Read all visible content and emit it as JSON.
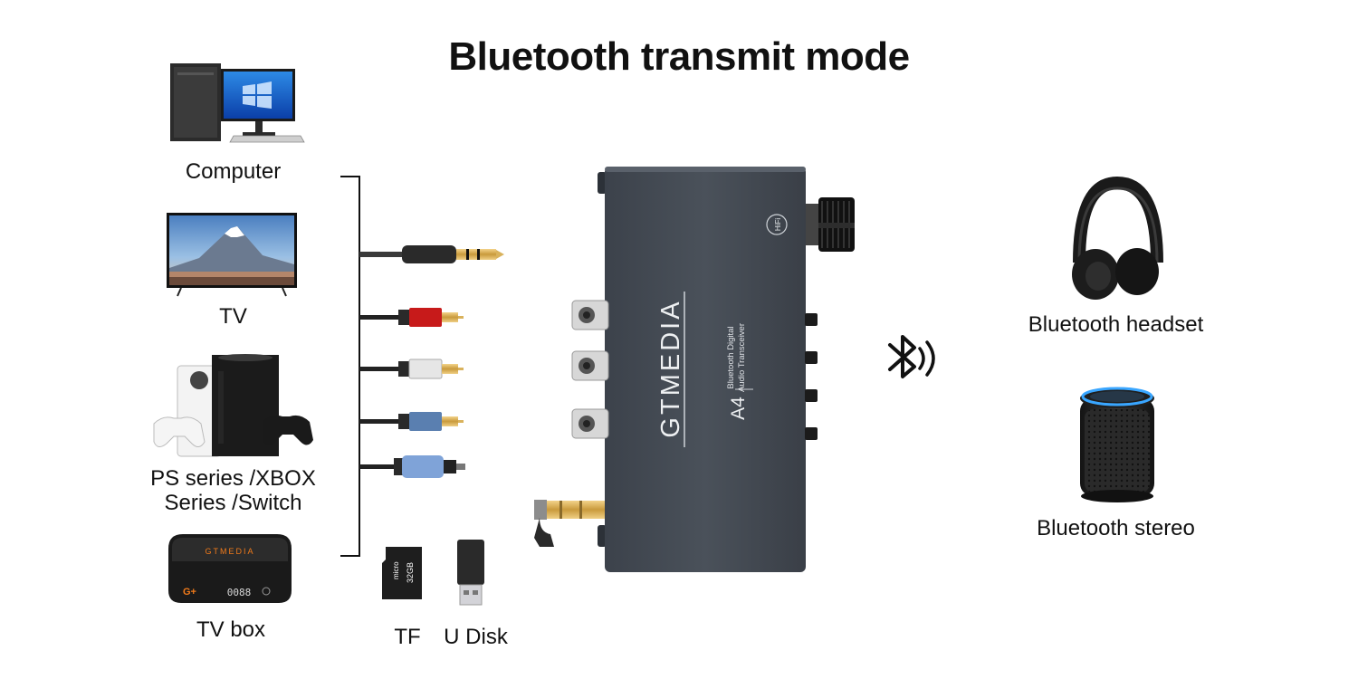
{
  "title": "Bluetooth transmit mode",
  "sources": {
    "computer": "Computer",
    "tv": "TV",
    "console_line1": "PS series /XBOX",
    "console_line2": "Series /Switch",
    "tvbox": "TV box"
  },
  "storage": {
    "tf": "TF",
    "udisk": "U Disk"
  },
  "device": {
    "brand": "GTMEDIA",
    "model": "A4",
    "desc_line1": "Bluetooth Digital",
    "desc_line2": "Audio Transceiver",
    "hifi": "HiFi"
  },
  "tvbox_device": {
    "brand": "GTMEDIA",
    "display": "0088",
    "logo": "G+"
  },
  "sdcard": {
    "brand": "micro",
    "capacity": "32GB"
  },
  "outputs": {
    "headset": "Bluetooth headset",
    "stereo": "Bluetooth stereo"
  },
  "icons": [
    "computer-icon",
    "tv-icon",
    "game-console-icon",
    "tv-box-icon",
    "micro-sd-icon",
    "usb-drive-icon",
    "bluetooth-icon",
    "headphones-icon",
    "speaker-icon"
  ]
}
